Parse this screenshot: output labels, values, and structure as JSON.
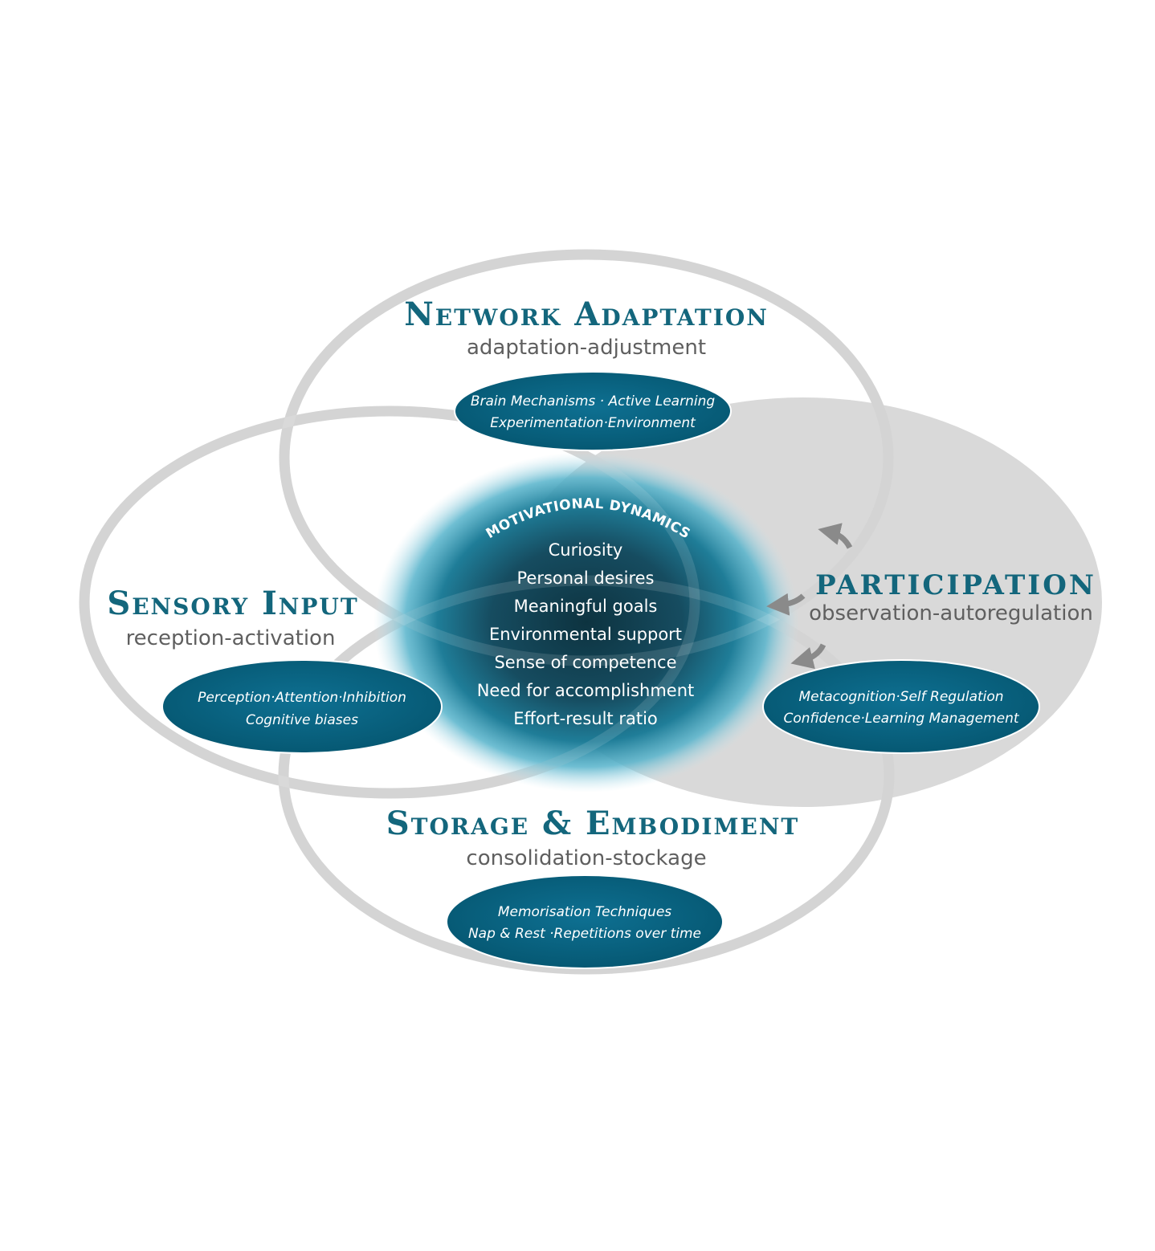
{
  "center": {
    "title": "MOTIVATIONAL DYNAMICS",
    "items": [
      "Curiosity",
      "Personal desires",
      "Meaningful goals",
      "Environmental support",
      "Sense of competence",
      "Need for accomplishment",
      "Effort-result ratio"
    ]
  },
  "sections": {
    "network": {
      "title": "Network Adaptation",
      "subtitle": "adaptation-adjustment",
      "pill": [
        "Brain Mechanisms · Active Learning",
        "Experimentation·Environment"
      ]
    },
    "sensory": {
      "title": "Sensory Input",
      "subtitle": "reception-activation",
      "pill": [
        "Perception·Attention·Inhibition",
        "Cognitive biases"
      ]
    },
    "participation": {
      "title": "PARTICIPATION",
      "subtitle": "observation-autoregulation",
      "pill": [
        "Metacognition·Self Regulation",
        "Confidence·Learning Management"
      ]
    },
    "storage": {
      "title": "Storage & Embodiment",
      "subtitle": "consolidation-stockage",
      "pill": [
        "Memorisation Techniques",
        "Nap & Rest ·Repetitions over time"
      ]
    }
  },
  "colors": {
    "teal": "#13667c",
    "pill": "#0b6583",
    "ring": "#d0d0d0",
    "participation_fill": "#d9d9d9",
    "arrow": "#8a8a8a"
  },
  "icons": [
    "curved-arrow-icon",
    "curved-arrow-icon",
    "curved-arrow-icon"
  ]
}
